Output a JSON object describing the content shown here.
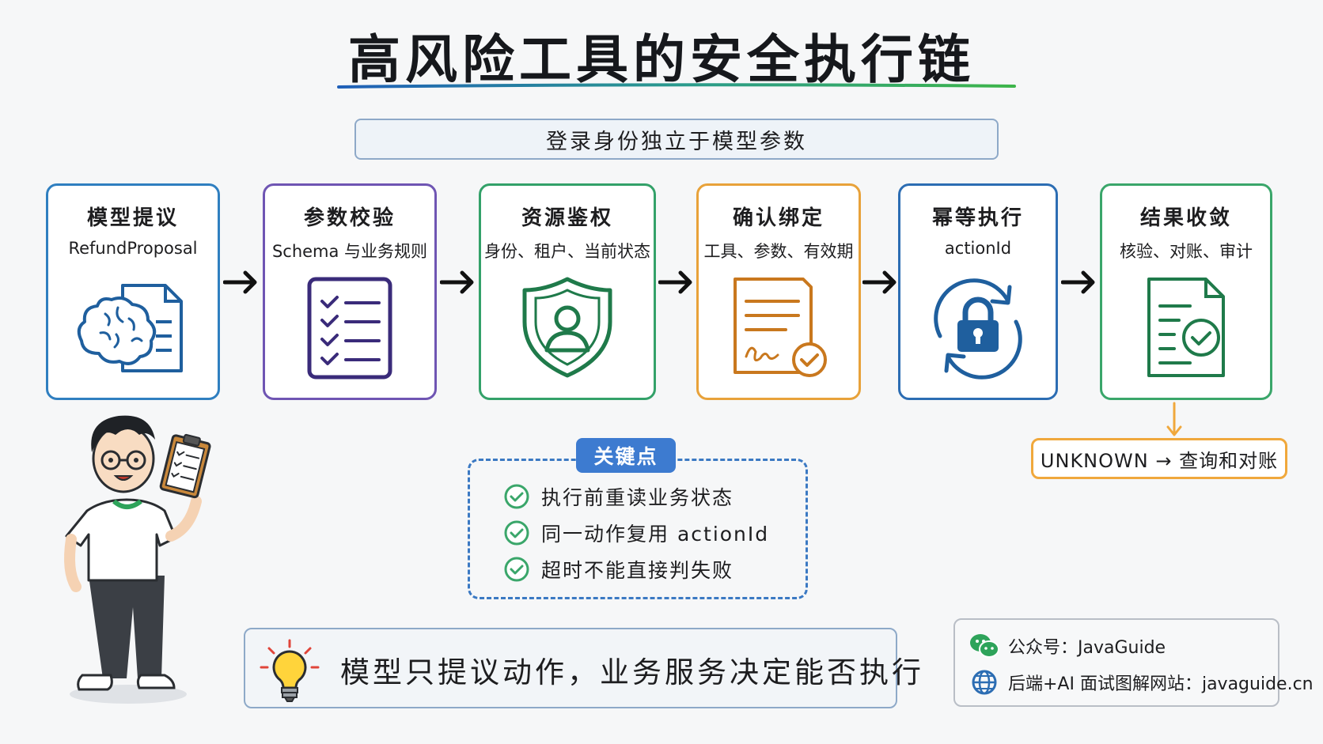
{
  "title": "高风险工具的安全执行链",
  "banner": "登录身份独立于模型参数",
  "steps": [
    {
      "title": "模型提议",
      "subtitle": "RefundProposal",
      "icon": "brain-document-icon",
      "color": "#2f7fc0"
    },
    {
      "title": "参数校验",
      "subtitle": "Schema 与业务规则",
      "icon": "checklist-icon",
      "color": "#6f55b3"
    },
    {
      "title": "资源鉴权",
      "subtitle": "身份、租户、当前状态",
      "icon": "shield-user-icon",
      "color": "#33a169"
    },
    {
      "title": "确认绑定",
      "subtitle": "工具、参数、有效期",
      "icon": "signed-document-icon",
      "color": "#e8a23a"
    },
    {
      "title": "幂等执行",
      "subtitle": "actionId",
      "icon": "lock-cycle-icon",
      "color": "#2c6db3"
    },
    {
      "title": "结果收敛",
      "subtitle": "核验、对账、审计",
      "icon": "verified-document-icon",
      "color": "#3aa66a"
    }
  ],
  "unknown_note": "UNKNOWN → 查询和对账",
  "key_points": {
    "tag": "关键点",
    "items": [
      "执行前重读业务状态",
      "同一动作复用 actionId",
      "超时不能直接判失败"
    ]
  },
  "bottom_message": "模型只提议动作，业务服务决定能否执行",
  "footer": {
    "wechat": "公众号：JavaGuide",
    "website": "后端+AI 面试图解网站：javaguide.cn"
  }
}
